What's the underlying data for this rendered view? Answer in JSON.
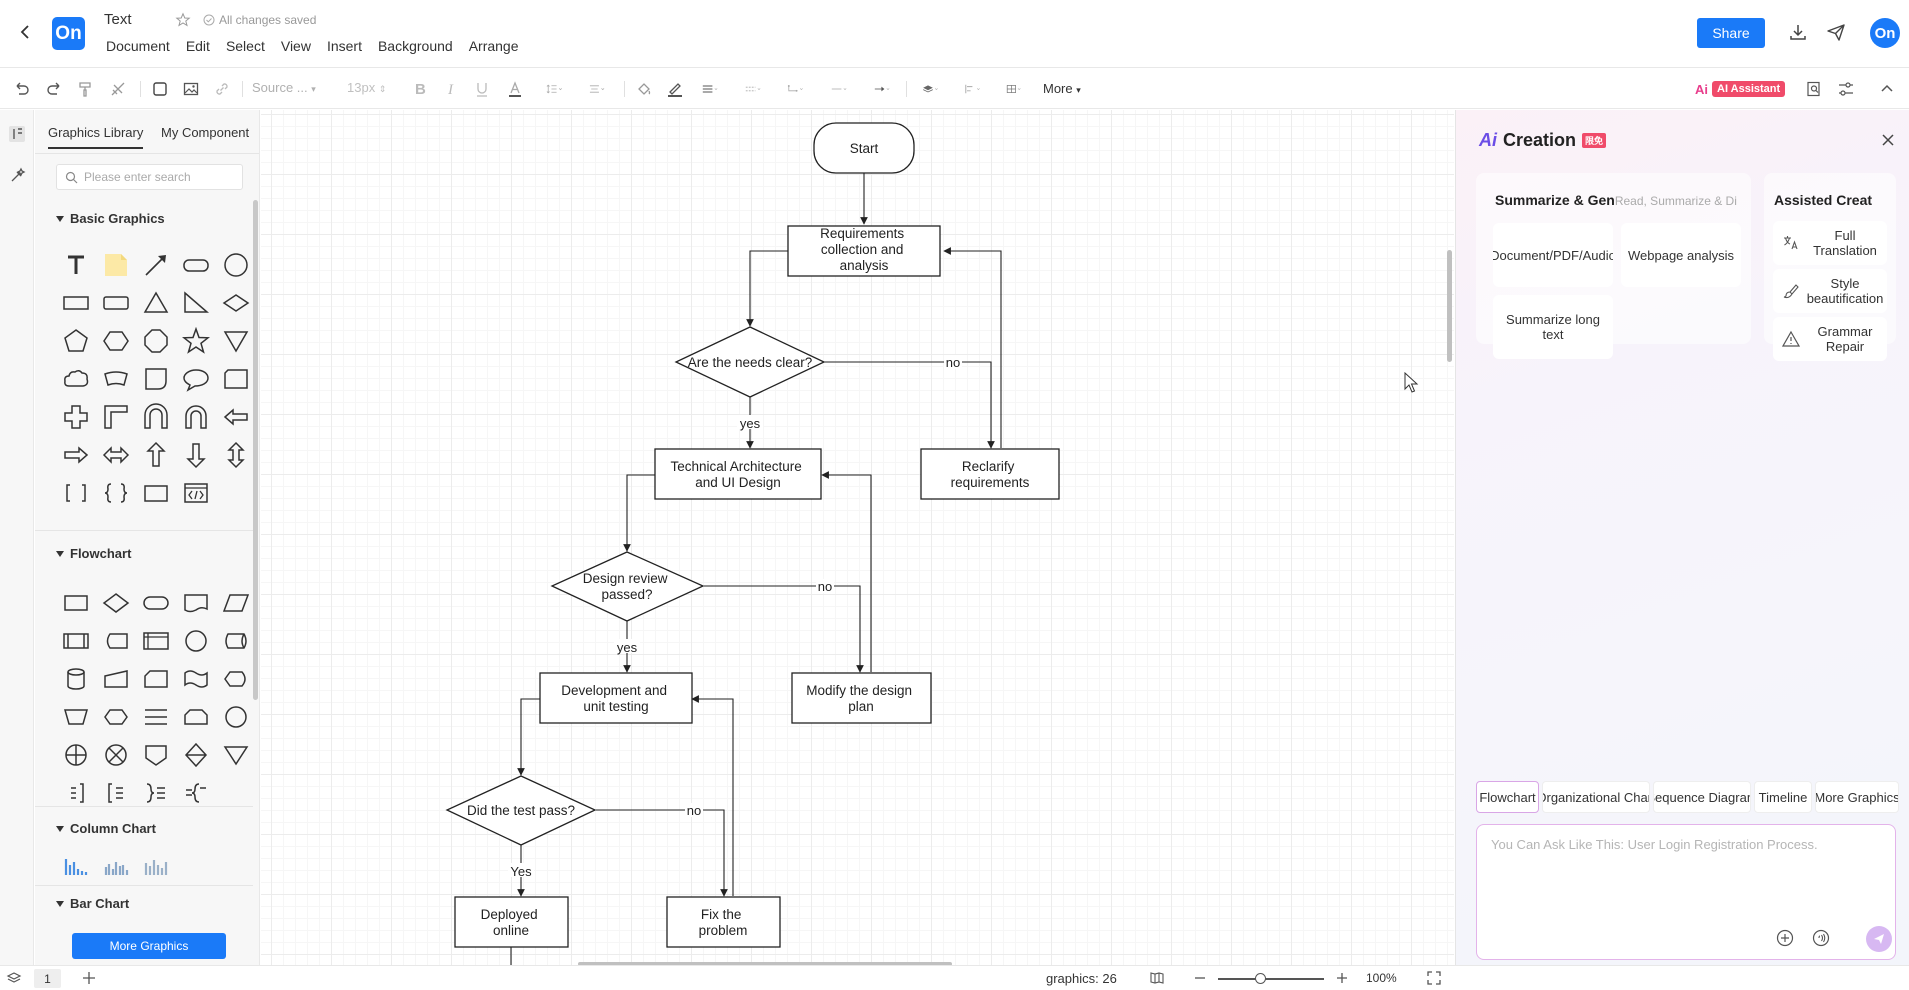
{
  "header": {
    "logo_text": "On",
    "doc_title": "Text",
    "saved_status": "All changes saved",
    "menus": [
      "Document",
      "Edit",
      "Select",
      "View",
      "Insert",
      "Background",
      "Arrange"
    ],
    "share_label": "Share",
    "avatar_text": "On",
    "brand_color": "#1a7af8"
  },
  "toolbar": {
    "font_family": "Source ...",
    "font_size": "13px",
    "more_label": "More",
    "ai_mark": "Ai",
    "ai_label": "AI Assistant"
  },
  "left_panel": {
    "tabs": [
      "Graphics Library",
      "My Component"
    ],
    "search_placeholder": "Please enter search",
    "sections": {
      "basic": "Basic Graphics",
      "flowchart": "Flowchart",
      "column": "Column Chart",
      "bar": "Bar Chart"
    },
    "more_graphics_label": "More Graphics"
  },
  "flowchart": {
    "nodes": {
      "start": "Start",
      "req": [
        "Requirements",
        "collection and",
        "analysis"
      ],
      "clear": "Are the needs clear?",
      "reclarify": [
        "Reclarify",
        "requirements"
      ],
      "tech": [
        "Technical Architecture",
        "and UI Design"
      ],
      "review": [
        "Design review",
        "passed?"
      ],
      "modify": [
        "Modify the design",
        "plan"
      ],
      "dev": [
        "Development and",
        "unit testing"
      ],
      "test": "Did the test pass?",
      "deploy": [
        "Deployed",
        "online"
      ],
      "fix": [
        "Fix the",
        "problem"
      ]
    },
    "labels": {
      "no1": "no",
      "yes1": "yes",
      "no2": "no",
      "yes2": "yes",
      "no3": "no",
      "yes3": "Yes"
    }
  },
  "ai_panel": {
    "title_mark": "Ai",
    "title": "Creation",
    "badge": "限免",
    "card1": {
      "heading": "Summarize & Gen",
      "subheading": "Read, Summarize & Di",
      "tiles": [
        "Document/PDF/Audio",
        "Webpage analysis",
        "Summarize long text"
      ]
    },
    "card2": {
      "heading": "Assisted Creat",
      "tiles": [
        [
          "Full",
          "Translation"
        ],
        [
          "Style",
          "beautification"
        ],
        [
          "Grammar",
          "Repair"
        ]
      ]
    },
    "chips": [
      "Flowchart",
      "Organizational Chart",
      "Sequence Diagram",
      "Timeline",
      "More Graphics"
    ],
    "prompt_placeholder": "You Can Ask Like This: User Login Registration Process."
  },
  "bottom": {
    "page_number": "1",
    "graphics_label": "graphics:",
    "graphics_count": "26",
    "zoom_percent": "100%",
    "zoom_level": 0.4
  }
}
